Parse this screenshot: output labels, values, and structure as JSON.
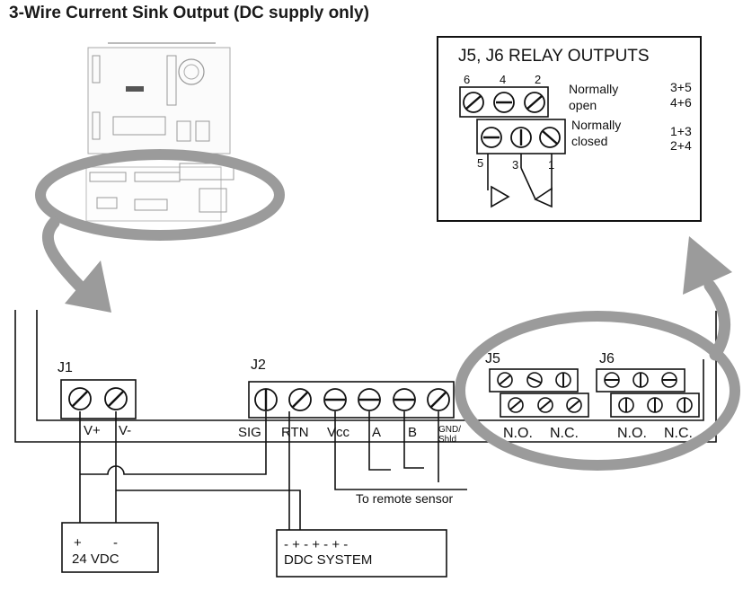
{
  "title": "3-Wire Current Sink Output (DC supply only)",
  "relay_box": {
    "title": "J5, J6 RELAY OUTPUTS",
    "top_terminal_numbers": [
      "6",
      "4",
      "2"
    ],
    "bottom_terminal_numbers": [
      "5",
      "3",
      "1"
    ],
    "normally_open_label": [
      "Normally",
      "open"
    ],
    "normally_closed_label": [
      "Normally",
      "closed"
    ],
    "no_pairs": [
      "3+5",
      "4+6"
    ],
    "nc_pairs": [
      "1+3",
      "2+4"
    ]
  },
  "j1": {
    "label": "J1",
    "terminals": [
      "V+",
      "V-"
    ]
  },
  "j2": {
    "label": "J2",
    "terminals": [
      "SIG",
      "RTN",
      "Vcc",
      "A",
      "B"
    ],
    "gnd_label": [
      "GND/",
      "Shld"
    ]
  },
  "j5": {
    "label": "J5",
    "no_label": "N.O.",
    "nc_label": "N.C."
  },
  "j6": {
    "label": "J6",
    "no_label": "N.O.",
    "nc_label": "N.C."
  },
  "remote_sensor_label": "To remote sensor",
  "supply": {
    "polarity": [
      "+",
      "-"
    ],
    "label": "24 VDC"
  },
  "ddc": {
    "polarity": "- + - + - + -",
    "label": "DDC SYSTEM"
  },
  "colors": {
    "arrow": "#9b9b9b",
    "line": "#111111"
  }
}
